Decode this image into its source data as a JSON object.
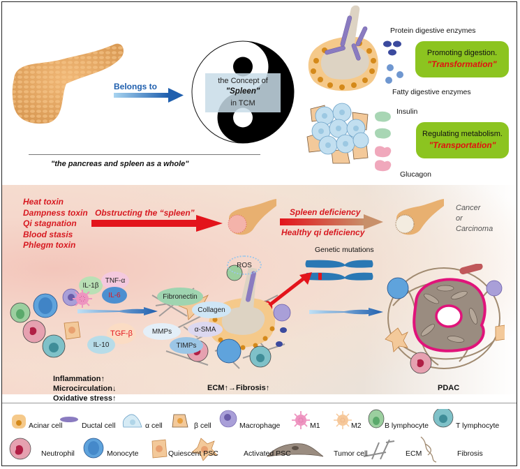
{
  "top": {
    "belongs_to": "Belongs to",
    "concept_line1": "the Concept of",
    "concept_line2": "\"Spleen\"",
    "concept_line3": "in TCM",
    "caption": "\"the pancreas and spleen as a whole\"",
    "protein_enzymes": "Protein digestive enzymes",
    "fatty_enzymes": "Fatty digestive enzymes",
    "insulin": "Insulin",
    "glucagon": "Glucagon",
    "box1_line1": "Promoting digestion.",
    "box1_line2": "\"Transformation\"",
    "box2_line1": "Regulating metabolism.",
    "box2_line2": "\"Transportation\""
  },
  "middle": {
    "causes": [
      "Heat toxin",
      "Dampness toxin",
      "Qi stagnation",
      "Blood stasis",
      "Phlegm toxin"
    ],
    "obstructing": "Obstructing the “spleen”",
    "spleen_deficiency": "Spleen deficiency",
    "healthy_qi_deficiency": "Healthy qi deficiency",
    "cancer_line1": "Cancer",
    "cancer_line2": "or",
    "cancer_line3": "Carcinoma",
    "genetic_mutations": "Genetic mutations",
    "cytokines": {
      "il1b": "IL-1β",
      "tnfa": "TNF-α",
      "il6": "IL-6",
      "tgfb": "TGF-β",
      "il10": "IL-10"
    },
    "ecm_factors": {
      "ros": "ROS",
      "fibronectin": "Fibronectin",
      "collagen": "Collagen",
      "mmps": "MMPs",
      "asma": "α-SMA",
      "timps": "TIMPs"
    },
    "stage1_line1": "Inflammation↑",
    "stage1_line2": "Microcirculation↓",
    "stage1_line3": "Oxidative stress↑",
    "stage2": "ECM↑→Fibrosis↑",
    "stage3": "PDAC"
  },
  "legend": {
    "row1": [
      "Acinar cell",
      "Ductal cell",
      "α cell",
      "β cell",
      "Macrophage",
      "M1",
      "M2",
      "B lymphocyte",
      "T lymphocyte"
    ],
    "row2": [
      "Neutrophil",
      "Monocyte",
      "Quiescent PSC",
      "Activated PSC",
      "Tumor cell",
      "ECM",
      "Fibrosis"
    ]
  },
  "colors": {
    "red": "#d71920",
    "green_box": "#8cc420",
    "blue_arrow": "#1f5fae",
    "pdac_magenta": "#e0137a"
  }
}
